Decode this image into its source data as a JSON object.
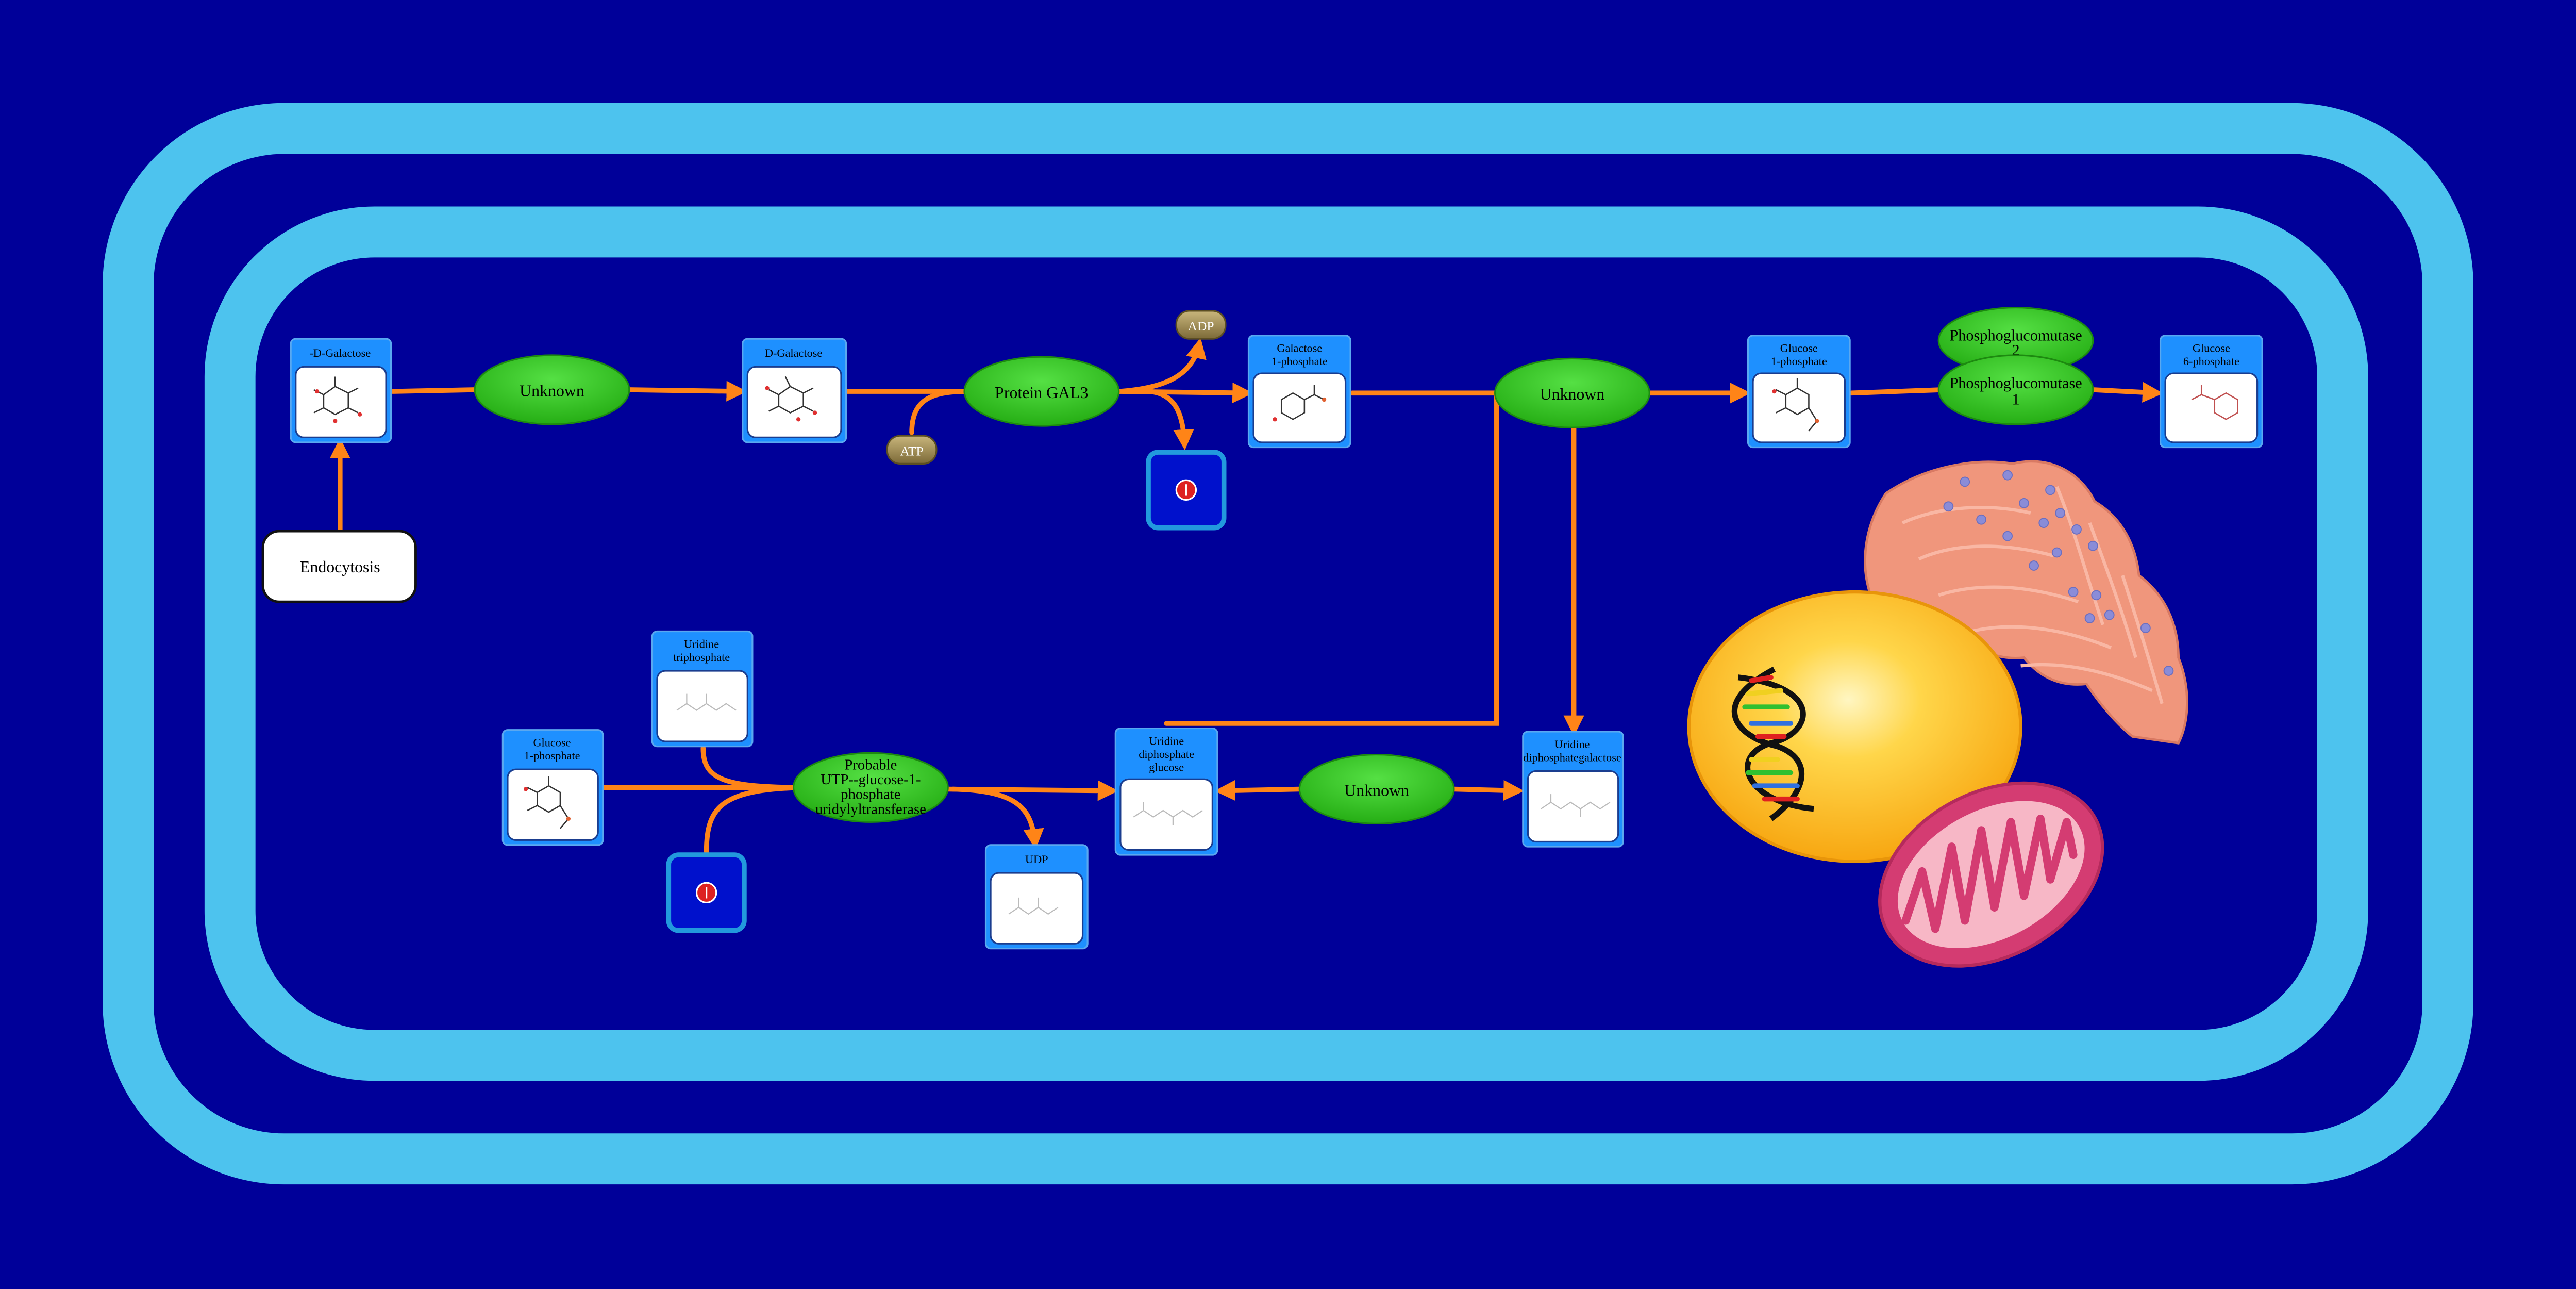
{
  "colors": {
    "background": "#000099",
    "membrane": "#4DC3EE",
    "arrow": "#FF8417",
    "enzyme": "#33CC22",
    "compound_header": "#1E90FF",
    "cofactor": "#9C8A55",
    "ion_box": "#0011CC",
    "ion_border": "#2299DD",
    "ion_dot": "#DD2222"
  },
  "compounds": {
    "d_galactose_alpha": "-D-Galactose",
    "d_galactose": "D-Galactose",
    "galactose_1p": [
      "Galactose",
      "1-phosphate"
    ],
    "glucose_1p_top": [
      "Glucose",
      "1-phosphate"
    ],
    "glucose_6p": [
      "Glucose",
      "6-phosphate"
    ],
    "utp": [
      "Uridine",
      "triphosphate"
    ],
    "glucose_1p_bottom": [
      "Glucose",
      "1-phosphate"
    ],
    "udp_glucose": [
      "Uridine",
      "diphosphate",
      "glucose"
    ],
    "udp_galactose": [
      "Uridine",
      "diphosphategalactose"
    ],
    "udp": "UDP"
  },
  "enzymes": {
    "unknown_1": "Unknown",
    "gal3": "Protein GAL3",
    "unknown_2": "Unknown",
    "pgm2": [
      "Phosphoglucomutase",
      "2"
    ],
    "pgm1": [
      "Phosphoglucomutase",
      "1"
    ],
    "uridylyl": [
      "Probable",
      "UTP--glucose-1-",
      "phosphate",
      "uridylyltransferase"
    ],
    "unknown_3": "Unknown"
  },
  "cofactors": {
    "atp": "ATP",
    "adp": "ADP"
  },
  "process": {
    "endocytosis": "Endocytosis"
  },
  "ions": {
    "ion_top": "",
    "ion_bottom": ""
  }
}
